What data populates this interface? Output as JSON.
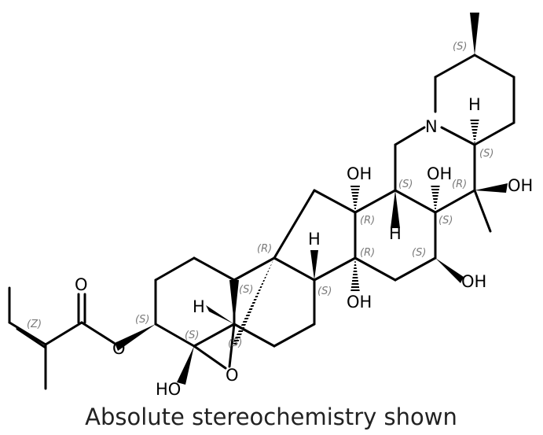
{
  "atoms": {
    "O_ester": "O",
    "O_carbonyl": "O",
    "HO_bottom": "HO",
    "O_epoxide": "O",
    "H_left": "H",
    "H_mid": "H",
    "OH_c14": "OH",
    "OH_c16": "OH",
    "H_c17": "H",
    "N": "N",
    "H_top": "H",
    "OH_c20": "OH",
    "OH_c15": "OH",
    "OH_bottom": "OH"
  },
  "stereo_labels": {
    "z": "(Z)",
    "s_c3": "(S)",
    "s_c4": "(S)",
    "s_c5": "(S)",
    "s_c9": "(S)",
    "r_c9": "(R)",
    "s_c8": "(S)",
    "r_c13": "(R)",
    "r_c14": "(R)",
    "s_c17": "(S)",
    "r_c16": "(R)",
    "s_c22": "(S)",
    "s_c15": "(S)",
    "s_c16b": "(S)",
    "s_c25": "(S)"
  },
  "caption": "Absolute stereochemistry shown"
}
